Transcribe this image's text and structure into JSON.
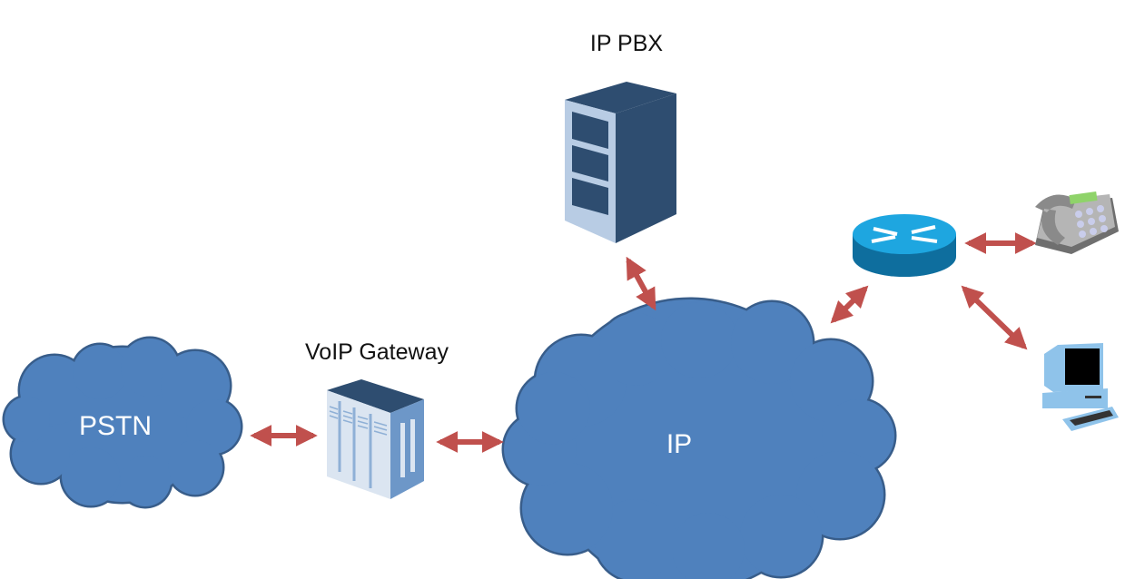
{
  "labels": {
    "ip_pbx": "IP PBX",
    "voip_gateway": "VoIP Gateway",
    "pstn": "PSTN",
    "ip": "IP"
  },
  "nodes": [
    {
      "id": "pstn",
      "icon": "cloud-icon"
    },
    {
      "id": "voip_gateway",
      "icon": "gateway-server-icon"
    },
    {
      "id": "ip",
      "icon": "cloud-icon"
    },
    {
      "id": "ip_pbx",
      "icon": "server-tower-icon"
    },
    {
      "id": "router",
      "icon": "router-icon"
    },
    {
      "id": "phone",
      "icon": "desk-phone-icon"
    },
    {
      "id": "computer",
      "icon": "desktop-computer-icon"
    }
  ],
  "links": [
    [
      "pstn",
      "voip_gateway"
    ],
    [
      "voip_gateway",
      "ip"
    ],
    [
      "ip_pbx",
      "ip"
    ],
    [
      "ip",
      "router"
    ],
    [
      "router",
      "phone"
    ],
    [
      "router",
      "computer"
    ]
  ],
  "colors": {
    "cloud_fill": "#4f81bd",
    "cloud_stroke": "#385d8a",
    "arrow": "#c0504d",
    "server_dark": "#2e4d70",
    "server_light": "#b8cce4"
  }
}
